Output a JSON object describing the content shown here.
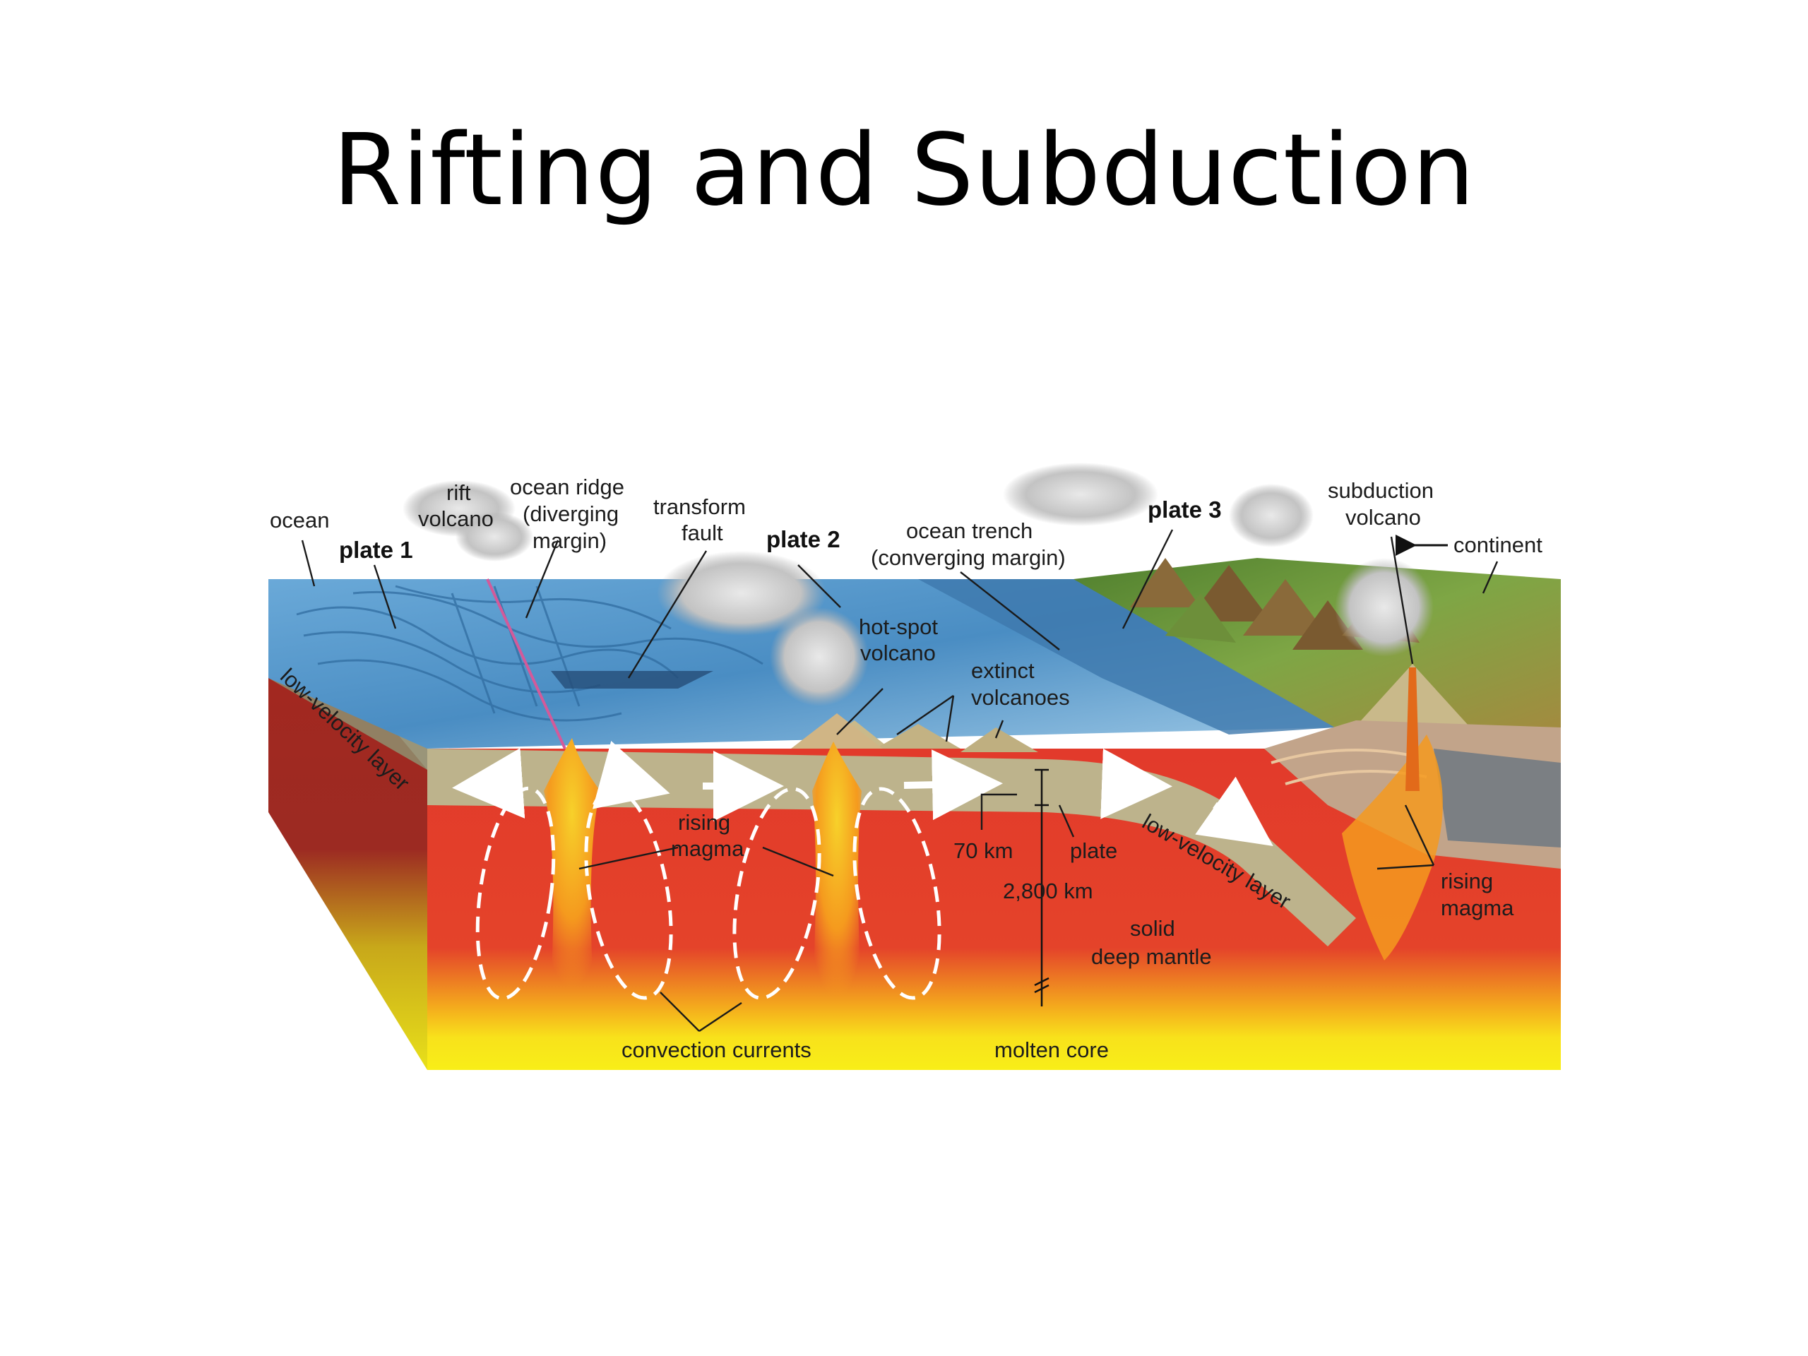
{
  "slide": {
    "title": "Rifting and Subduction"
  },
  "labels": {
    "ocean": "ocean",
    "plate_1": "plate 1",
    "rift_volcano_1": "rift",
    "rift_volcano_2": "volcano",
    "ocean_ridge_1": "ocean ridge",
    "ocean_ridge_2": "(diverging",
    "ocean_ridge_3": "margin)",
    "transform_fault_1": "transform",
    "transform_fault_2": "fault",
    "plate_2": "plate 2",
    "ocean_trench_1": "ocean trench",
    "ocean_trench_2": "(converging margin)",
    "plate_3": "plate 3",
    "subduction_volcano_1": "subduction",
    "subduction_volcano_2": "volcano",
    "continent": "continent",
    "hot_spot_1": "hot-spot",
    "hot_spot_2": "volcano",
    "extinct_1": "extinct",
    "extinct_2": "volcanoes",
    "low_velocity_left": "low-velocity layer",
    "rising_magma_left_1": "rising",
    "rising_magma_left_2": "magma",
    "depth_70": "70 km",
    "plate_center": "plate",
    "depth_2800": "2,800 km",
    "low_velocity_right": "low-velocity layer",
    "rising_magma_right_1": "rising",
    "rising_magma_right_2": "magma",
    "solid_mantle_1": "solid",
    "solid_mantle_2": "deep mantle",
    "convection_currents": "convection currents",
    "molten_core": "molten core"
  },
  "colors": {
    "ocean": "#4f93c8",
    "ocean_deep": "#2f6fa8",
    "crust": "#b9b08a",
    "mantle": "#e03a2c",
    "dark_mantle": "#9c2a22",
    "core": "#f7e81a",
    "magma": "#f29a1f",
    "land_green": "#6f9a3a",
    "mountain_brown": "#8a6a3a",
    "smoke": "#c8c8c8"
  }
}
